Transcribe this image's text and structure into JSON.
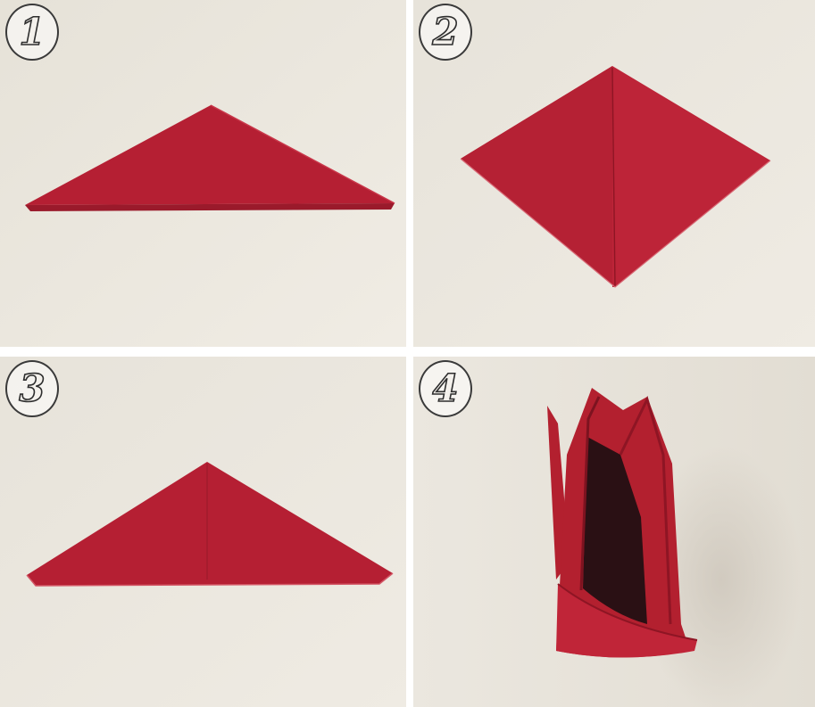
{
  "steps": [
    {
      "number": "1",
      "napkin_color": "#b51f33"
    },
    {
      "number": "2",
      "napkin_color": "#bd2438"
    },
    {
      "number": "3",
      "napkin_color": "#b51f33"
    },
    {
      "number": "4",
      "napkin_color": "#b3202f"
    }
  ],
  "colors": {
    "background": "#ece7de",
    "napkin_red": "#b51f33",
    "napkin_dark": "#8e1524",
    "divider": "#ffffff"
  }
}
